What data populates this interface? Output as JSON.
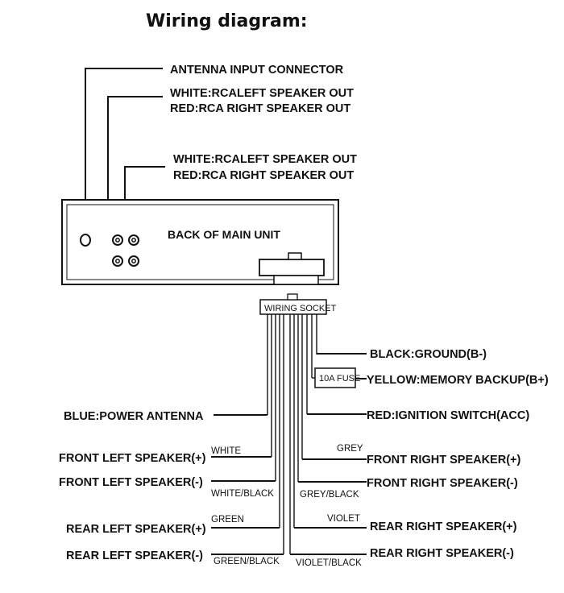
{
  "title": "Wiring diagram:",
  "top_labels": {
    "antenna": "ANTENNA INPUT CONNECTOR",
    "rca1_white": "WHITE:RCALEFT SPEAKER OUT",
    "rca1_red": "RED:RCA RIGHT SPEAKER OUT",
    "rca2_white": "WHITE:RCALEFT SPEAKER OUT",
    "rca2_red": "RED:RCA RIGHT SPEAKER OUT"
  },
  "unit": {
    "label": "BACK OF MAIN UNIT",
    "socket": "WIRING SOCKET",
    "fuse": "10A FUSE"
  },
  "right_wires": {
    "ground": "BLACK:GROUND(B-)",
    "memory": "YELLOW:MEMORY BACKUP(B+)",
    "ignition": "RED:IGNITION SWITCH(ACC)",
    "front_right_pos": "FRONT RIGHT SPEAKER(+)",
    "front_right_neg": "FRONT RIGHT SPEAKER(-)",
    "rear_right_pos": "REAR RIGHT SPEAKER(+)",
    "rear_right_neg": "REAR RIGHT SPEAKER(-)"
  },
  "left_wires": {
    "power_antenna": "BLUE:POWER ANTENNA",
    "front_left_pos": "FRONT LEFT SPEAKER(+)",
    "front_left_neg": "FRONT LEFT SPEAKER(-)",
    "rear_left_pos": "REAR LEFT SPEAKER(+)",
    "rear_left_neg": "REAR LEFT SPEAKER(-)"
  },
  "wire_colors": {
    "white": "WHITE",
    "white_black": "WHITE/BLACK",
    "green": "GREEN",
    "green_black": "GREEN/BLACK",
    "grey": "GREY",
    "grey_black": "GREY/BLACK",
    "violet": "VIOLET",
    "violet_black": "VIOLET/BLACK"
  }
}
